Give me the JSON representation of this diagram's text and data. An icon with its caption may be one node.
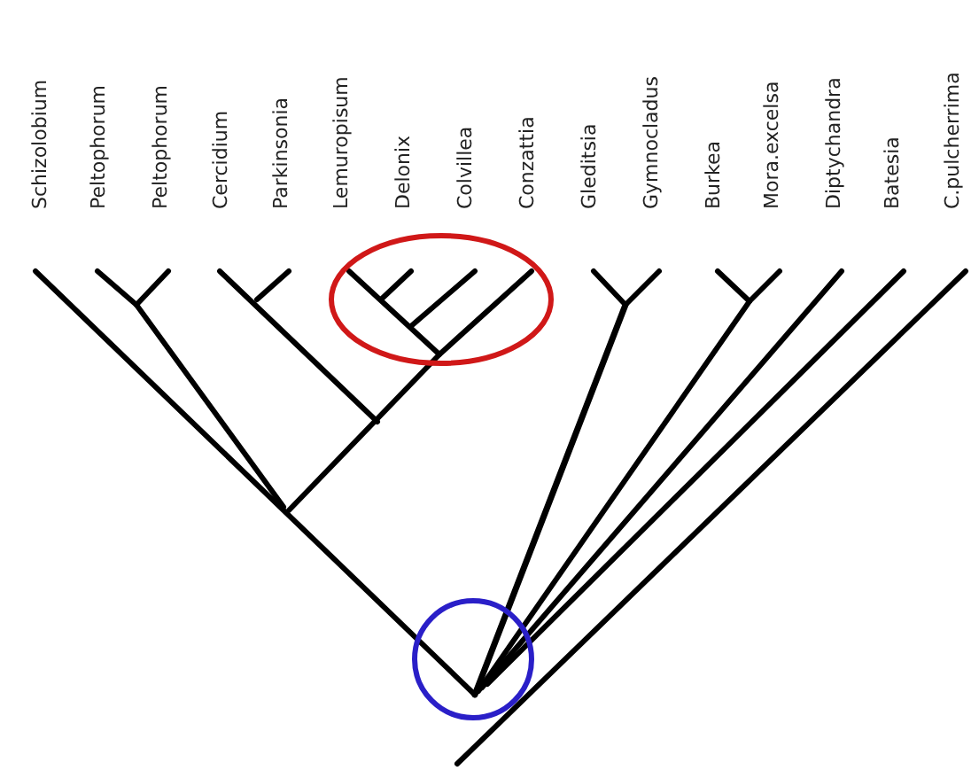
{
  "diagram": {
    "labels": [
      "Schizolobium",
      "Peltophorum",
      "Peltophorum",
      "Cercidium",
      "Parkinsonia",
      "Lemuropisum",
      "Delonix",
      "Colvillea",
      "Conzattia",
      "Gleditsia",
      "Gymnocladus",
      "Burkea",
      "Mora.excelsa",
      "Diptychandra",
      "Batesia",
      "C.pulcherrima"
    ]
  }
}
